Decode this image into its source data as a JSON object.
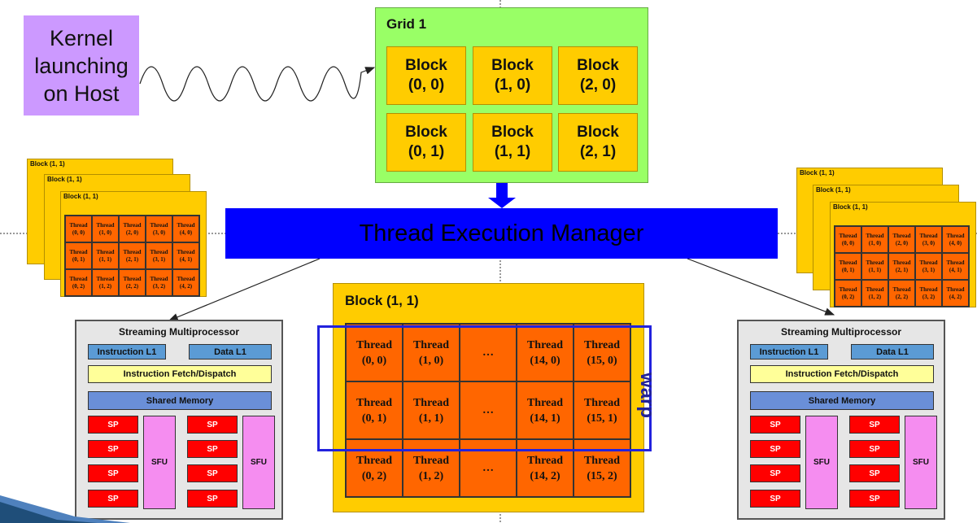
{
  "kernel": {
    "label_lines": [
      "Kernel",
      "launching",
      "on Host"
    ]
  },
  "grid": {
    "title": "Grid 1",
    "blocks": [
      {
        "line1": "Block",
        "line2": "(0, 0)"
      },
      {
        "line1": "Block",
        "line2": "(1, 0)"
      },
      {
        "line1": "Block",
        "line2": "(2, 0)"
      },
      {
        "line1": "Block",
        "line2": "(0, 1)"
      },
      {
        "line1": "Block",
        "line2": "(1, 1)"
      },
      {
        "line1": "Block",
        "line2": "(2, 1)"
      }
    ]
  },
  "manager": {
    "label": "Thread Execution Manager"
  },
  "stacked_block_title": "Block (1, 1)",
  "small_threads": [
    {
      "l1": "Thread",
      "l2": "(0, 0)"
    },
    {
      "l1": "Thread",
      "l2": "(1, 0)"
    },
    {
      "l1": "Thread",
      "l2": "(2, 0)"
    },
    {
      "l1": "Thread",
      "l2": "(3, 0)"
    },
    {
      "l1": "Thread",
      "l2": "(4, 0)"
    },
    {
      "l1": "Thread",
      "l2": "(0, 1)"
    },
    {
      "l1": "Thread",
      "l2": "(1, 1)"
    },
    {
      "l1": "Thread",
      "l2": "(2, 1)"
    },
    {
      "l1": "Thread",
      "l2": "(3, 1)"
    },
    {
      "l1": "Thread",
      "l2": "(4, 1)"
    },
    {
      "l1": "Thread",
      "l2": "(0, 2)"
    },
    {
      "l1": "Thread",
      "l2": "(1, 2)"
    },
    {
      "l1": "Thread",
      "l2": "(2, 2)"
    },
    {
      "l1": "Thread",
      "l2": "(3, 2)"
    },
    {
      "l1": "Thread",
      "l2": "(4, 2)"
    }
  ],
  "sm": {
    "title": "Streaming Multiprocessor",
    "instruction_l1": "Instruction L1",
    "data_l1": "Data L1",
    "fetch_dispatch": "Instruction Fetch/Dispatch",
    "shared_memory": "Shared Memory",
    "sp": "SP",
    "sfu": "SFU"
  },
  "center_block": {
    "title": "Block (1, 1)",
    "threads": [
      {
        "l1": "Thread",
        "l2": "(0, 0)"
      },
      {
        "l1": "Thread",
        "l2": "(1, 0)"
      },
      {
        "l1": "…",
        "l2": ""
      },
      {
        "l1": "Thread",
        "l2": "(14, 0)"
      },
      {
        "l1": "Thread",
        "l2": "(15, 0)"
      },
      {
        "l1": "Thread",
        "l2": "(0, 1)"
      },
      {
        "l1": "Thread",
        "l2": "(1, 1)"
      },
      {
        "l1": "…",
        "l2": ""
      },
      {
        "l1": "Thread",
        "l2": "(14, 1)"
      },
      {
        "l1": "Thread",
        "l2": "(15, 1)"
      },
      {
        "l1": "Thread",
        "l2": "(0, 2)"
      },
      {
        "l1": "Thread",
        "l2": "(1, 2)"
      },
      {
        "l1": "…",
        "l2": ""
      },
      {
        "l1": "Thread",
        "l2": "(14, 2)"
      },
      {
        "l1": "Thread",
        "l2": "(15, 2)"
      }
    ]
  },
  "warp_label": "warp",
  "colors": {
    "kernel": "#cc99ff",
    "grid": "#99ff66",
    "block": "#ffcc00",
    "thread": "#ff6600",
    "manager": "#0000ff",
    "sp": "#ff0000",
    "sfu": "#f58df0",
    "warp": "#2222dd"
  }
}
